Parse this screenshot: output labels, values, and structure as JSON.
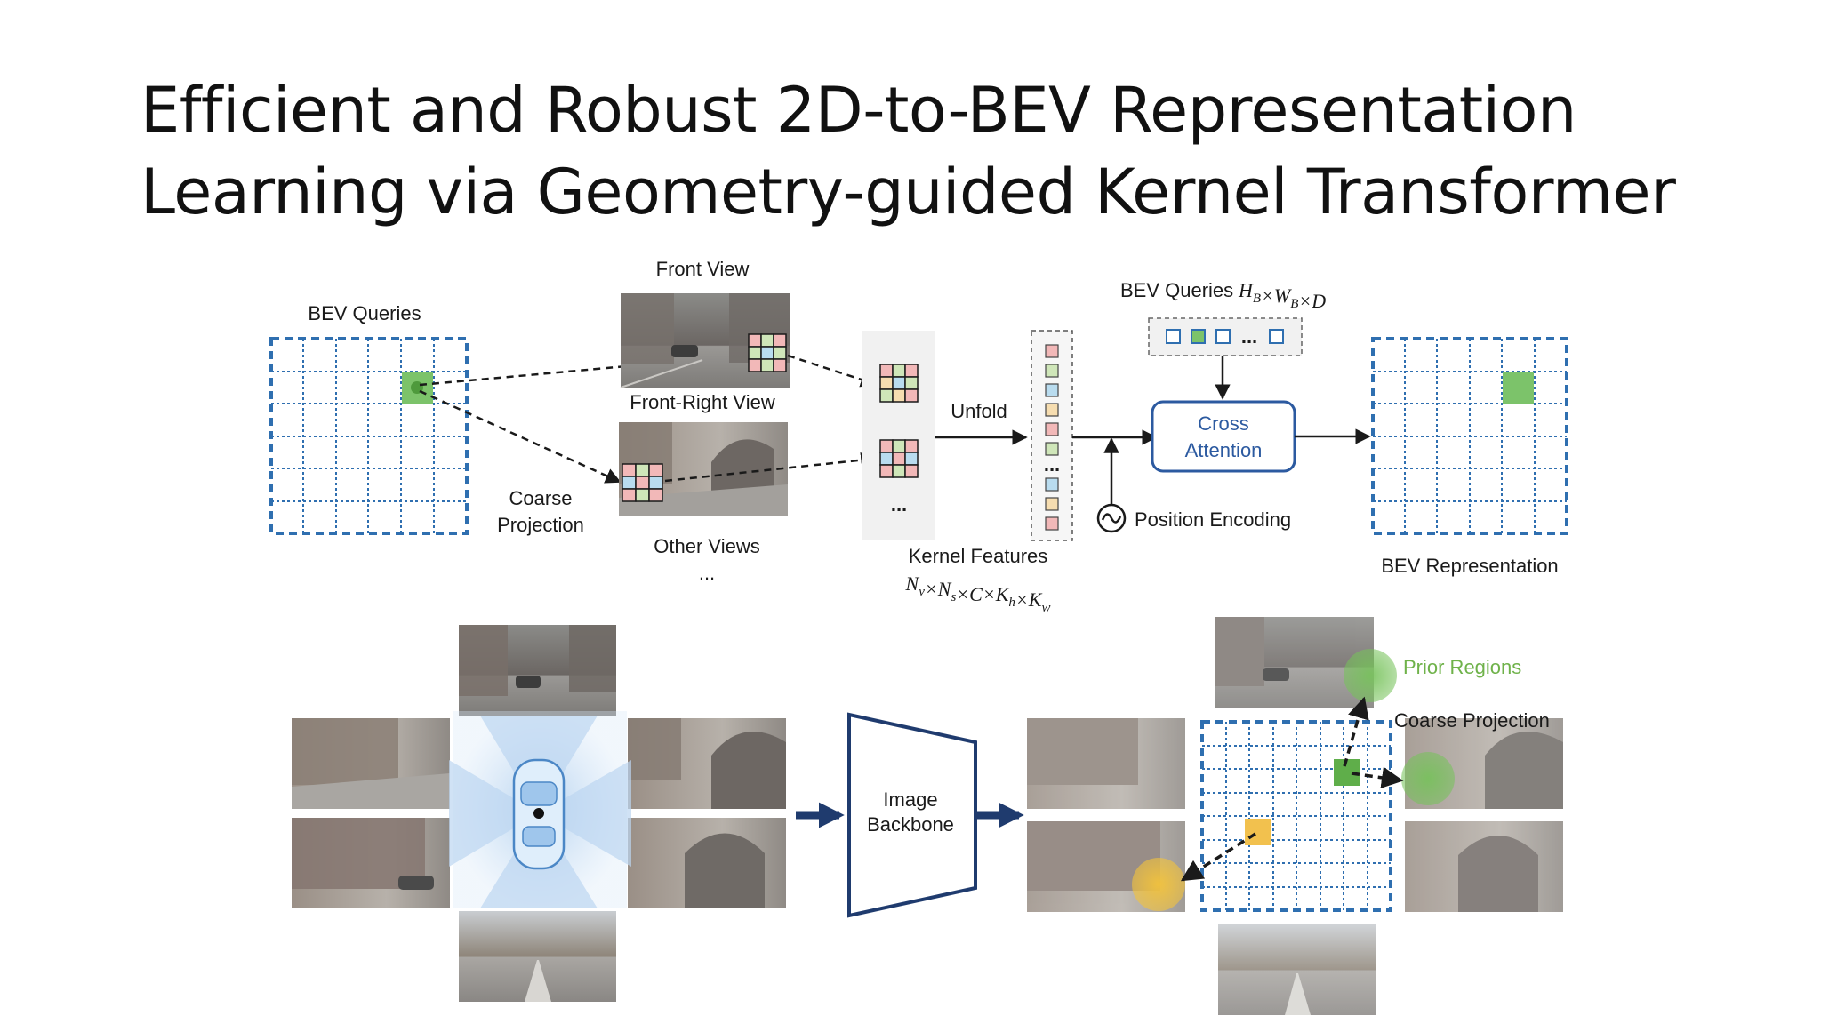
{
  "title": {
    "line1": "Efficient and Robust 2D-to-BEV Representation",
    "line2": "Learning via Geometry-guided Kernel Transformer"
  },
  "top_pipeline": {
    "bev_queries_label": "BEV Queries",
    "front_view_label": "Front View",
    "front_right_view_label": "Front-Right View",
    "other_views_label": "Other Views",
    "other_views_ellipsis": "...",
    "coarse_projection_line1": "Coarse",
    "coarse_projection_line2": "Projection",
    "unfold_label": "Unfold",
    "kernel_stack_ellipsis": "...",
    "kernel_column_ellipsis": "...",
    "kernel_features_label": "Kernel Features",
    "kernel_features_dims": "N_v×N_s×C×K_h×K_w",
    "bev_queries_dim_label": "BEV Queries",
    "bev_queries_dims": "H_B×W_B×D",
    "query_token_ellipsis": "...",
    "cross_attention_line1": "Cross",
    "cross_attention_line2": "Attention",
    "position_encoding_label": "Position Encoding",
    "bev_representation_label": "BEV Representation"
  },
  "bottom_pipeline": {
    "image_backbone_line1": "Image",
    "image_backbone_line2": "Backbone",
    "prior_regions_label": "Prior Regions",
    "coarse_projection_label": "Coarse Projection"
  },
  "colors": {
    "grid_blue": "#2f6fb0",
    "query_green": "#7cc36a",
    "prior_green": "#6fb24a",
    "prior_yellow": "#f2c14e",
    "arrow_navy": "#1f3b6e",
    "cell_red": "#f2b8b8",
    "cell_green": "#cfe6b9",
    "cell_blue": "#b9dcef",
    "cell_yellow": "#f6ddb0"
  }
}
